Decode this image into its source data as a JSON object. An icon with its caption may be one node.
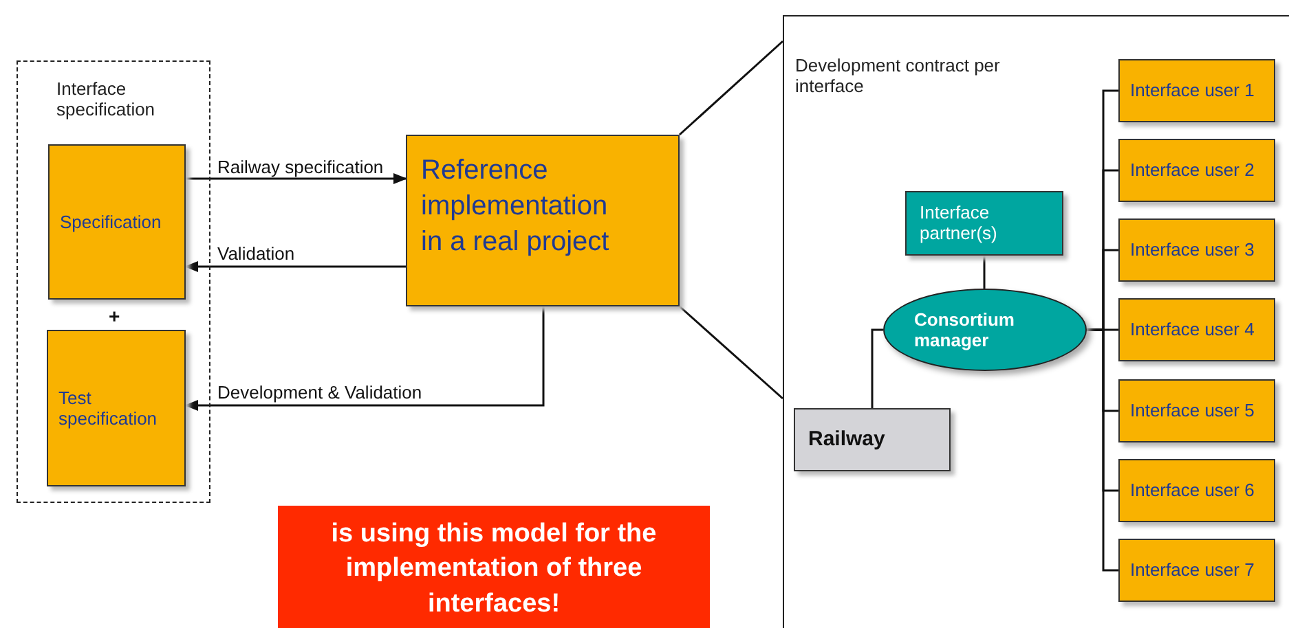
{
  "diagram": {
    "nodes": [
      {
        "text": [
          "Interface specification"
        ]
      },
      {
        "text": [
          "Specification"
        ],
        "in": 0
      },
      {
        "text": [
          "Test specification"
        ],
        "in": 0
      },
      {
        "text": [
          "Reference implementation in a real project"
        ]
      },
      {
        "text": [
          "Development contract per interface"
        ]
      },
      {
        "text": [
          "Interface partner(s)"
        ],
        "in": 4
      },
      {
        "text": [
          "Consortium manager"
        ],
        "in": 4
      },
      {
        "text": [
          "Railway"
        ],
        "in": 4
      },
      {
        "text": [
          "Interface user 1"
        ],
        "in": 4
      },
      {
        "text": [
          "Interface user 2"
        ],
        "in": 4
      },
      {
        "text": [
          "Interface user 3"
        ],
        "in": 4
      },
      {
        "text": [
          "Interface user 4"
        ],
        "in": 4
      },
      {
        "text": [
          "Interface user 5"
        ],
        "in": 4
      },
      {
        "text": [
          "Interface user 6"
        ],
        "in": 4
      },
      {
        "text": [
          "Interface user 7"
        ],
        "in": 4
      },
      {
        "text": [
          "is using this model for the implementation of three interfaces!"
        ]
      }
    ],
    "edges": [
      {
        "from": 1,
        "to": 3,
        "arrow": "to",
        "label": "Railway specification"
      },
      {
        "from": 3,
        "to": 1,
        "arrow": "to",
        "label": "Validation"
      },
      {
        "from": 3,
        "to": 2,
        "arrow": "to",
        "label": "Development & Validation"
      },
      {
        "from": 3,
        "to": 4,
        "arrow": "none"
      },
      {
        "from": 3,
        "to": 4,
        "arrow": "none"
      },
      {
        "from": 5,
        "to": 6,
        "arrow": "none"
      },
      {
        "from": 6,
        "to": 7,
        "arrow": "none"
      },
      {
        "from": 6,
        "to": 8,
        "arrow": "none"
      },
      {
        "from": 6,
        "to": 9,
        "arrow": "none"
      },
      {
        "from": 6,
        "to": 10,
        "arrow": "none"
      },
      {
        "from": 6,
        "to": 11,
        "arrow": "none"
      },
      {
        "from": 6,
        "to": 12,
        "arrow": "none"
      },
      {
        "from": 6,
        "to": 13,
        "arrow": "none"
      },
      {
        "from": 6,
        "to": 14,
        "arrow": "none"
      }
    ],
    "labels": [
      "+"
    ]
  }
}
